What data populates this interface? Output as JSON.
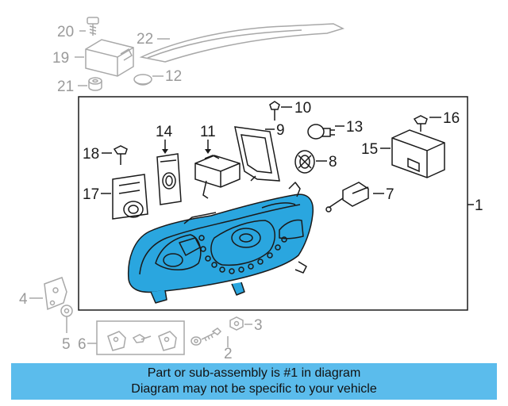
{
  "callouts": {
    "c1": "1",
    "c2": "2",
    "c3": "3",
    "c4": "4",
    "c5": "5",
    "c6": "6",
    "c7": "7",
    "c8": "8",
    "c9": "9",
    "c10": "10",
    "c11": "11",
    "c12": "12",
    "c13": "13",
    "c14": "14",
    "c15": "15",
    "c16": "16",
    "c17": "17",
    "c18": "18",
    "c19": "19",
    "c20": "20",
    "c21": "21",
    "c22": "22"
  },
  "banner": {
    "line1": "Part or sub-assembly is #1 in diagram",
    "line2": "Diagram may not be specific to your vehicle"
  },
  "colors": {
    "highlight": "#2aa6df",
    "line": "#1a1a1a",
    "faded": "#a8a8a8",
    "banner": "#5bbcec"
  }
}
